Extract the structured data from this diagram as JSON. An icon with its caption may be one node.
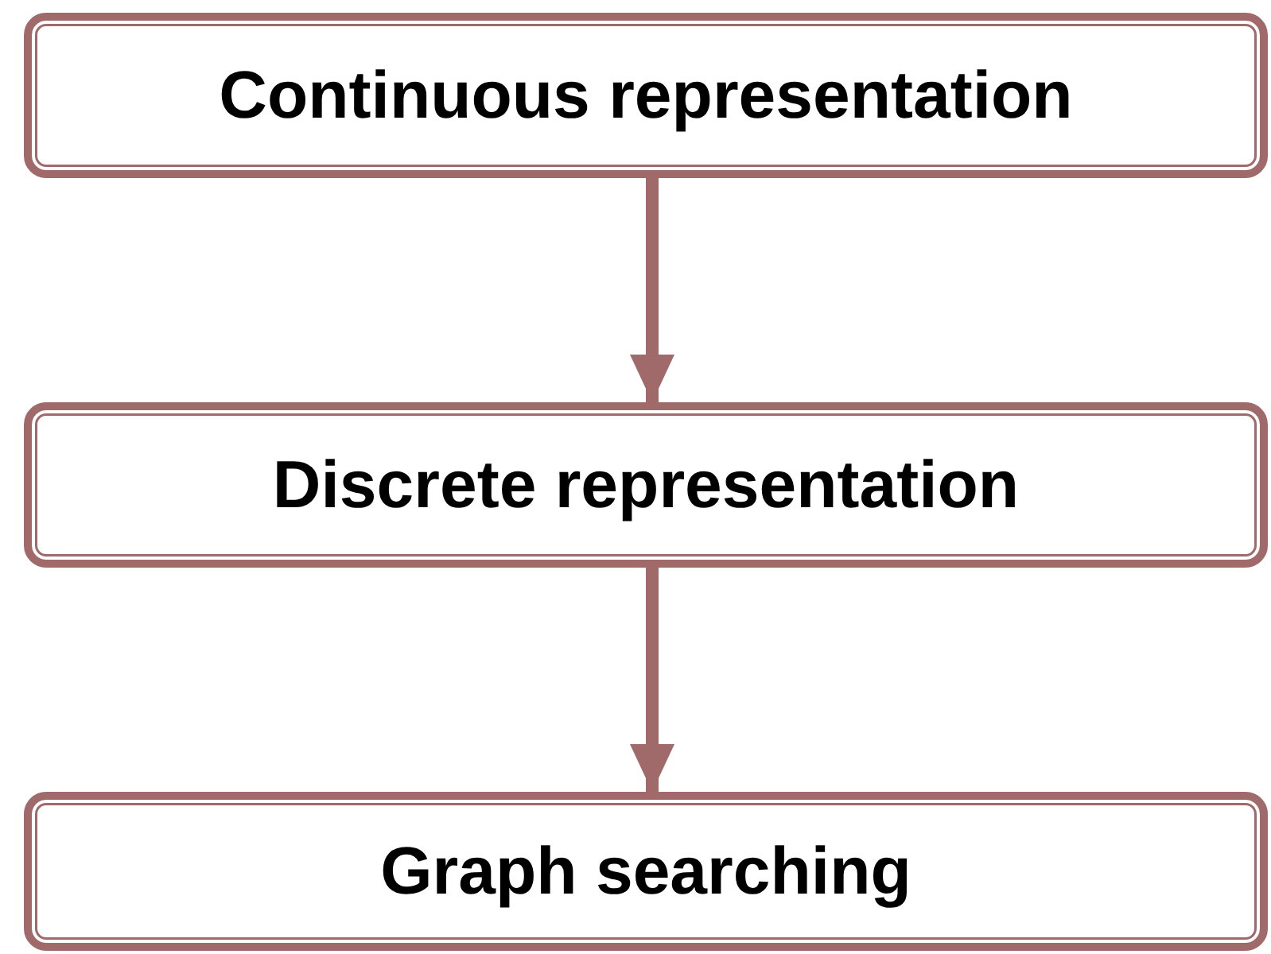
{
  "diagram": {
    "nodes": [
      {
        "text": [
          "Continuous representation"
        ]
      },
      {
        "text": [
          "Discrete representation"
        ]
      },
      {
        "text": [
          "Graph searching"
        ]
      }
    ],
    "edges": [
      {
        "from": 0,
        "to": 1,
        "arrow": "to"
      },
      {
        "from": 1,
        "to": 2,
        "arrow": "to"
      }
    ]
  }
}
